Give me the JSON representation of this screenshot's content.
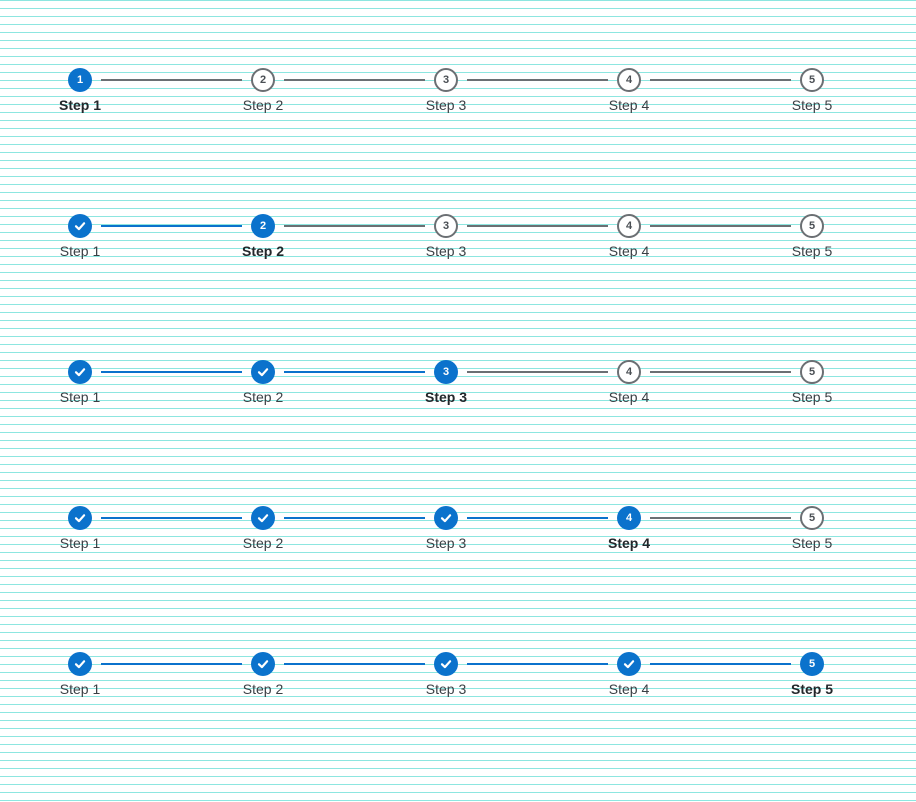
{
  "colors": {
    "active": "#0b72cc",
    "inactive": "#6b6f73",
    "grid_lines": "#8de6e0",
    "label_text": "#3a3f44"
  },
  "icons": {
    "completed_step": "check-icon"
  },
  "steppers": [
    {
      "current_step": 1,
      "steps": [
        {
          "number": "1",
          "label": "Step 1",
          "state": "current"
        },
        {
          "number": "2",
          "label": "Step 2",
          "state": "upcoming"
        },
        {
          "number": "3",
          "label": "Step 3",
          "state": "upcoming"
        },
        {
          "number": "4",
          "label": "Step 4",
          "state": "upcoming"
        },
        {
          "number": "5",
          "label": "Step 5",
          "state": "upcoming"
        }
      ]
    },
    {
      "current_step": 2,
      "steps": [
        {
          "number": "1",
          "label": "Step 1",
          "state": "complete"
        },
        {
          "number": "2",
          "label": "Step 2",
          "state": "current"
        },
        {
          "number": "3",
          "label": "Step 3",
          "state": "upcoming"
        },
        {
          "number": "4",
          "label": "Step 4",
          "state": "upcoming"
        },
        {
          "number": "5",
          "label": "Step 5",
          "state": "upcoming"
        }
      ]
    },
    {
      "current_step": 3,
      "steps": [
        {
          "number": "1",
          "label": "Step 1",
          "state": "complete"
        },
        {
          "number": "2",
          "label": "Step 2",
          "state": "complete"
        },
        {
          "number": "3",
          "label": "Step 3",
          "state": "current"
        },
        {
          "number": "4",
          "label": "Step 4",
          "state": "upcoming"
        },
        {
          "number": "5",
          "label": "Step 5",
          "state": "upcoming"
        }
      ]
    },
    {
      "current_step": 4,
      "steps": [
        {
          "number": "1",
          "label": "Step 1",
          "state": "complete"
        },
        {
          "number": "2",
          "label": "Step 2",
          "state": "complete"
        },
        {
          "number": "3",
          "label": "Step 3",
          "state": "complete"
        },
        {
          "number": "4",
          "label": "Step 4",
          "state": "current"
        },
        {
          "number": "5",
          "label": "Step 5",
          "state": "upcoming"
        }
      ]
    },
    {
      "current_step": 5,
      "steps": [
        {
          "number": "1",
          "label": "Step 1",
          "state": "complete"
        },
        {
          "number": "2",
          "label": "Step 2",
          "state": "complete"
        },
        {
          "number": "3",
          "label": "Step 3",
          "state": "complete"
        },
        {
          "number": "4",
          "label": "Step 4",
          "state": "complete"
        },
        {
          "number": "5",
          "label": "Step 5",
          "state": "current"
        }
      ]
    }
  ]
}
